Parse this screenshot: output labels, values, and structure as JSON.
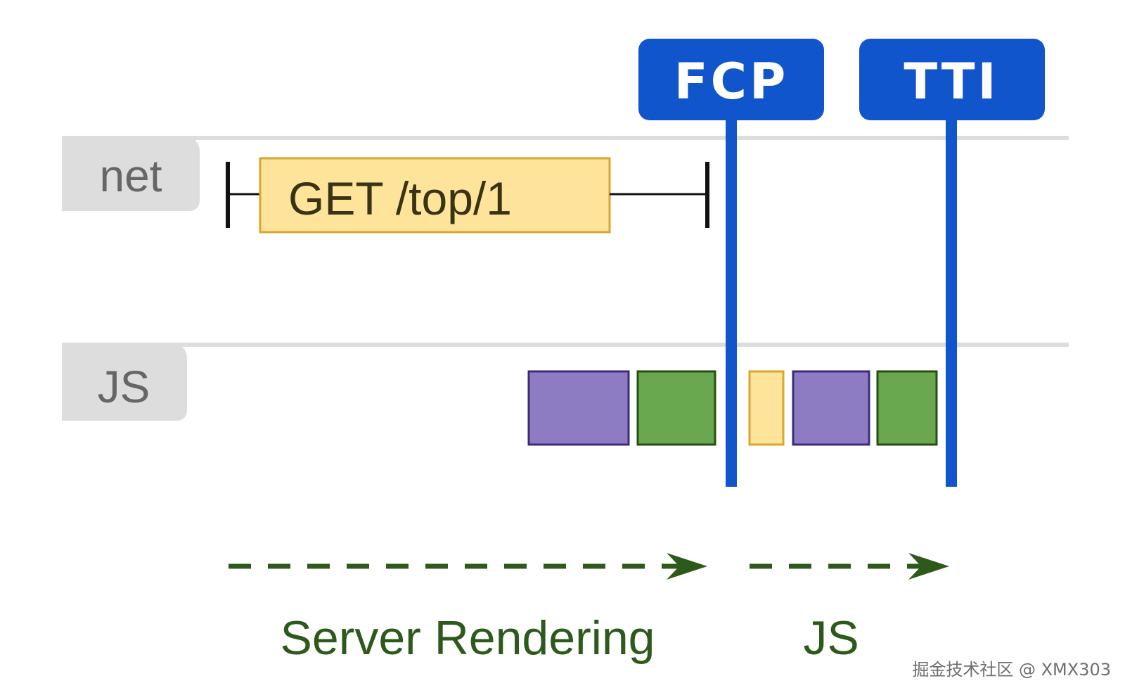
{
  "lanes": {
    "net": {
      "label": "net"
    },
    "js": {
      "label": "JS"
    }
  },
  "network": {
    "request_label": "GET /top/1",
    "request_fill": "#fde49a",
    "request_stroke": "#d9a62e"
  },
  "markers": {
    "fcp": {
      "label": "FCP"
    },
    "tti": {
      "label": "TTI"
    },
    "color": "#1155cc"
  },
  "js_tasks": [
    {
      "type": "purple",
      "fill": "#8e7cc3",
      "stroke": "#3d2b7a"
    },
    {
      "type": "green",
      "fill": "#6aa84f",
      "stroke": "#274e13"
    },
    {
      "type": "yellow",
      "fill": "#fde49a",
      "stroke": "#d9a62e"
    },
    {
      "type": "purple",
      "fill": "#8e7cc3",
      "stroke": "#3d2b7a"
    },
    {
      "type": "green",
      "fill": "#6aa84f",
      "stroke": "#274e13"
    }
  ],
  "phases": {
    "server_rendering": {
      "label": "Server Rendering"
    },
    "js": {
      "label": "JS"
    },
    "color": "#2d5a1b"
  },
  "watermark": "掘金技术社区 @ XMX303"
}
